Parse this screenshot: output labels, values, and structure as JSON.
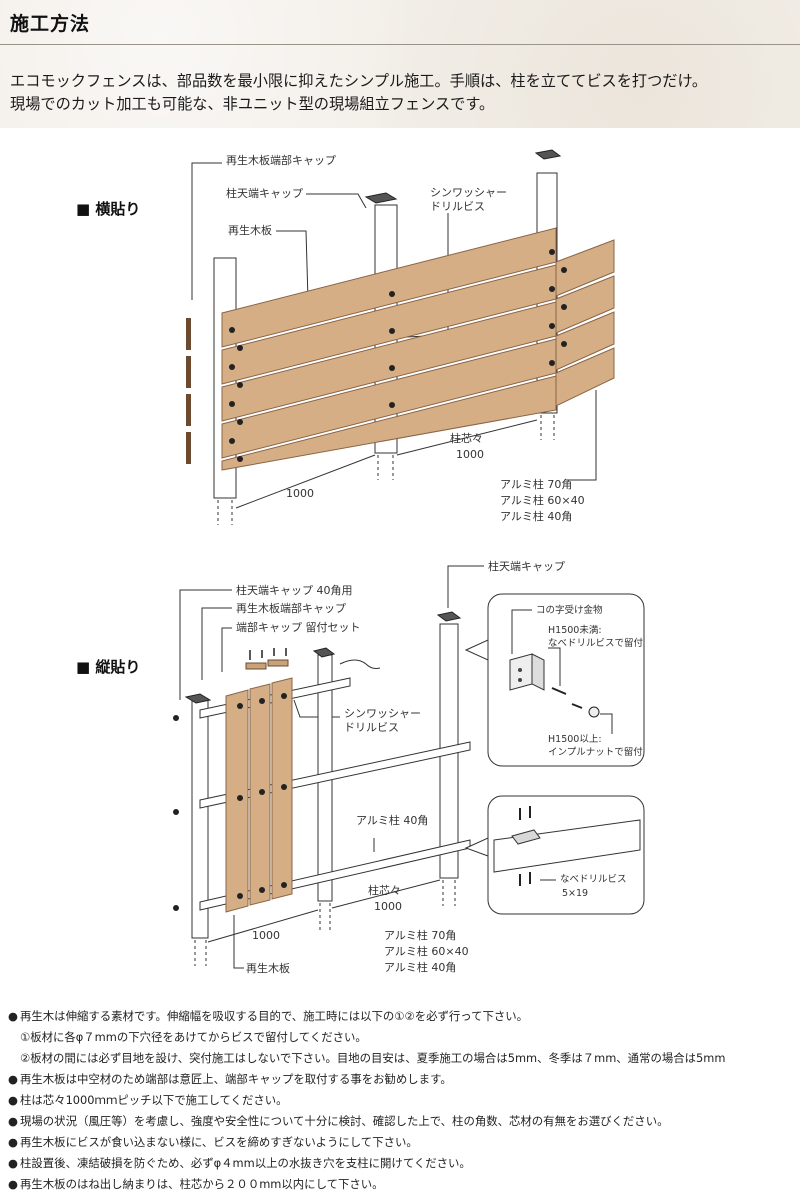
{
  "header": {
    "title": "施工方法",
    "intro": [
      "エコモックフェンスは、部品数を最小限に抑えたシンプル施工。手順は、柱を立ててビスを打つだけ。",
      "現場でのカット加工も可能な、非ユニット型の現場組立フェンスです。"
    ]
  },
  "diagram_horizontal": {
    "section_title": "■ 横貼り",
    "labels": {
      "end_cap": "再生木板端部キャップ",
      "post_cap": "柱天端キャップ",
      "washer_screw_1": "シンワッシャー",
      "washer_screw_2": "ドリルビス",
      "board": "再生木板",
      "pitch_1": "柱芯々",
      "pitch_2": "1000",
      "span": "1000",
      "posts_1": "アルミ柱 70角",
      "posts_2": "アルミ柱 60×40",
      "posts_3": "アルミ柱 40角"
    }
  },
  "diagram_vertical": {
    "section_title": "■ 縦貼り",
    "labels": {
      "post_cap_top": "柱天端キャップ",
      "post_cap_40": "柱天端キャップ 40角用",
      "end_cap": "再生木板端部キャップ",
      "cap_set": "端部キャップ 留付セット",
      "washer_screw_1": "シンワッシャー",
      "washer_screw_2": "ドリルビス",
      "rail": "アルミ柱 40角",
      "pitch_1": "柱芯々",
      "pitch_2": "1000",
      "span": "1000",
      "posts_1": "アルミ柱 70角",
      "posts_2": "アルミ柱 60×40",
      "posts_3": "アルミ柱 40角",
      "board": "再生木板",
      "detail1_title": "コの字受け金物",
      "detail1_a1": "H1500未満:",
      "detail1_a2": "なべドリルビスで留付",
      "detail1_b1": "H1500以上:",
      "detail1_b2": "インプルナットで留付",
      "detail2_1": "なべドリルビス",
      "detail2_2": "5×19"
    }
  },
  "notes": [
    {
      "bullet": "●",
      "text": "再生木は伸縮する素材です。伸縮幅を吸収する目的で、施工時には以下の①②を必ず行って下さい。"
    },
    {
      "bullet": "",
      "text": "①板材に各φ７mmの下穴径をあけてからビスで留付してください。"
    },
    {
      "bullet": "",
      "text": "②板材の間には必ず目地を設け、突付施工はしないで下さい。目地の目安は、夏季施工の場合は5mm、冬季は７mm、通常の場合は5mm"
    },
    {
      "bullet": "●",
      "text": "再生木板は中空材のため端部は意匠上、端部キャップを取付する事をお勧めします。"
    },
    {
      "bullet": "●",
      "text": "柱は芯々1000ｍｍピッチ以下で施工してください。"
    },
    {
      "bullet": "●",
      "text": "現場の状況（風圧等）を考慮し、強度や安全性について十分に検討、確認した上で、柱の角数、芯材の有無をお選びください。"
    },
    {
      "bullet": "●",
      "text": "再生木板にビスが食い込まない様に、ビスを締めすぎないようにして下さい。"
    },
    {
      "bullet": "●",
      "text": "柱設置後、凍結破損を防ぐため、必ずφ４mm以上の水抜き穴を支柱に開けてください。"
    },
    {
      "bullet": "●",
      "text": "再生木板のはね出し納まりは、柱芯から２００mm以内にして下さい。"
    }
  ],
  "colors": {
    "wood": "#d6ae85",
    "wood_dark": "#9c7552",
    "post": "#ffffff",
    "line": "#333333"
  }
}
